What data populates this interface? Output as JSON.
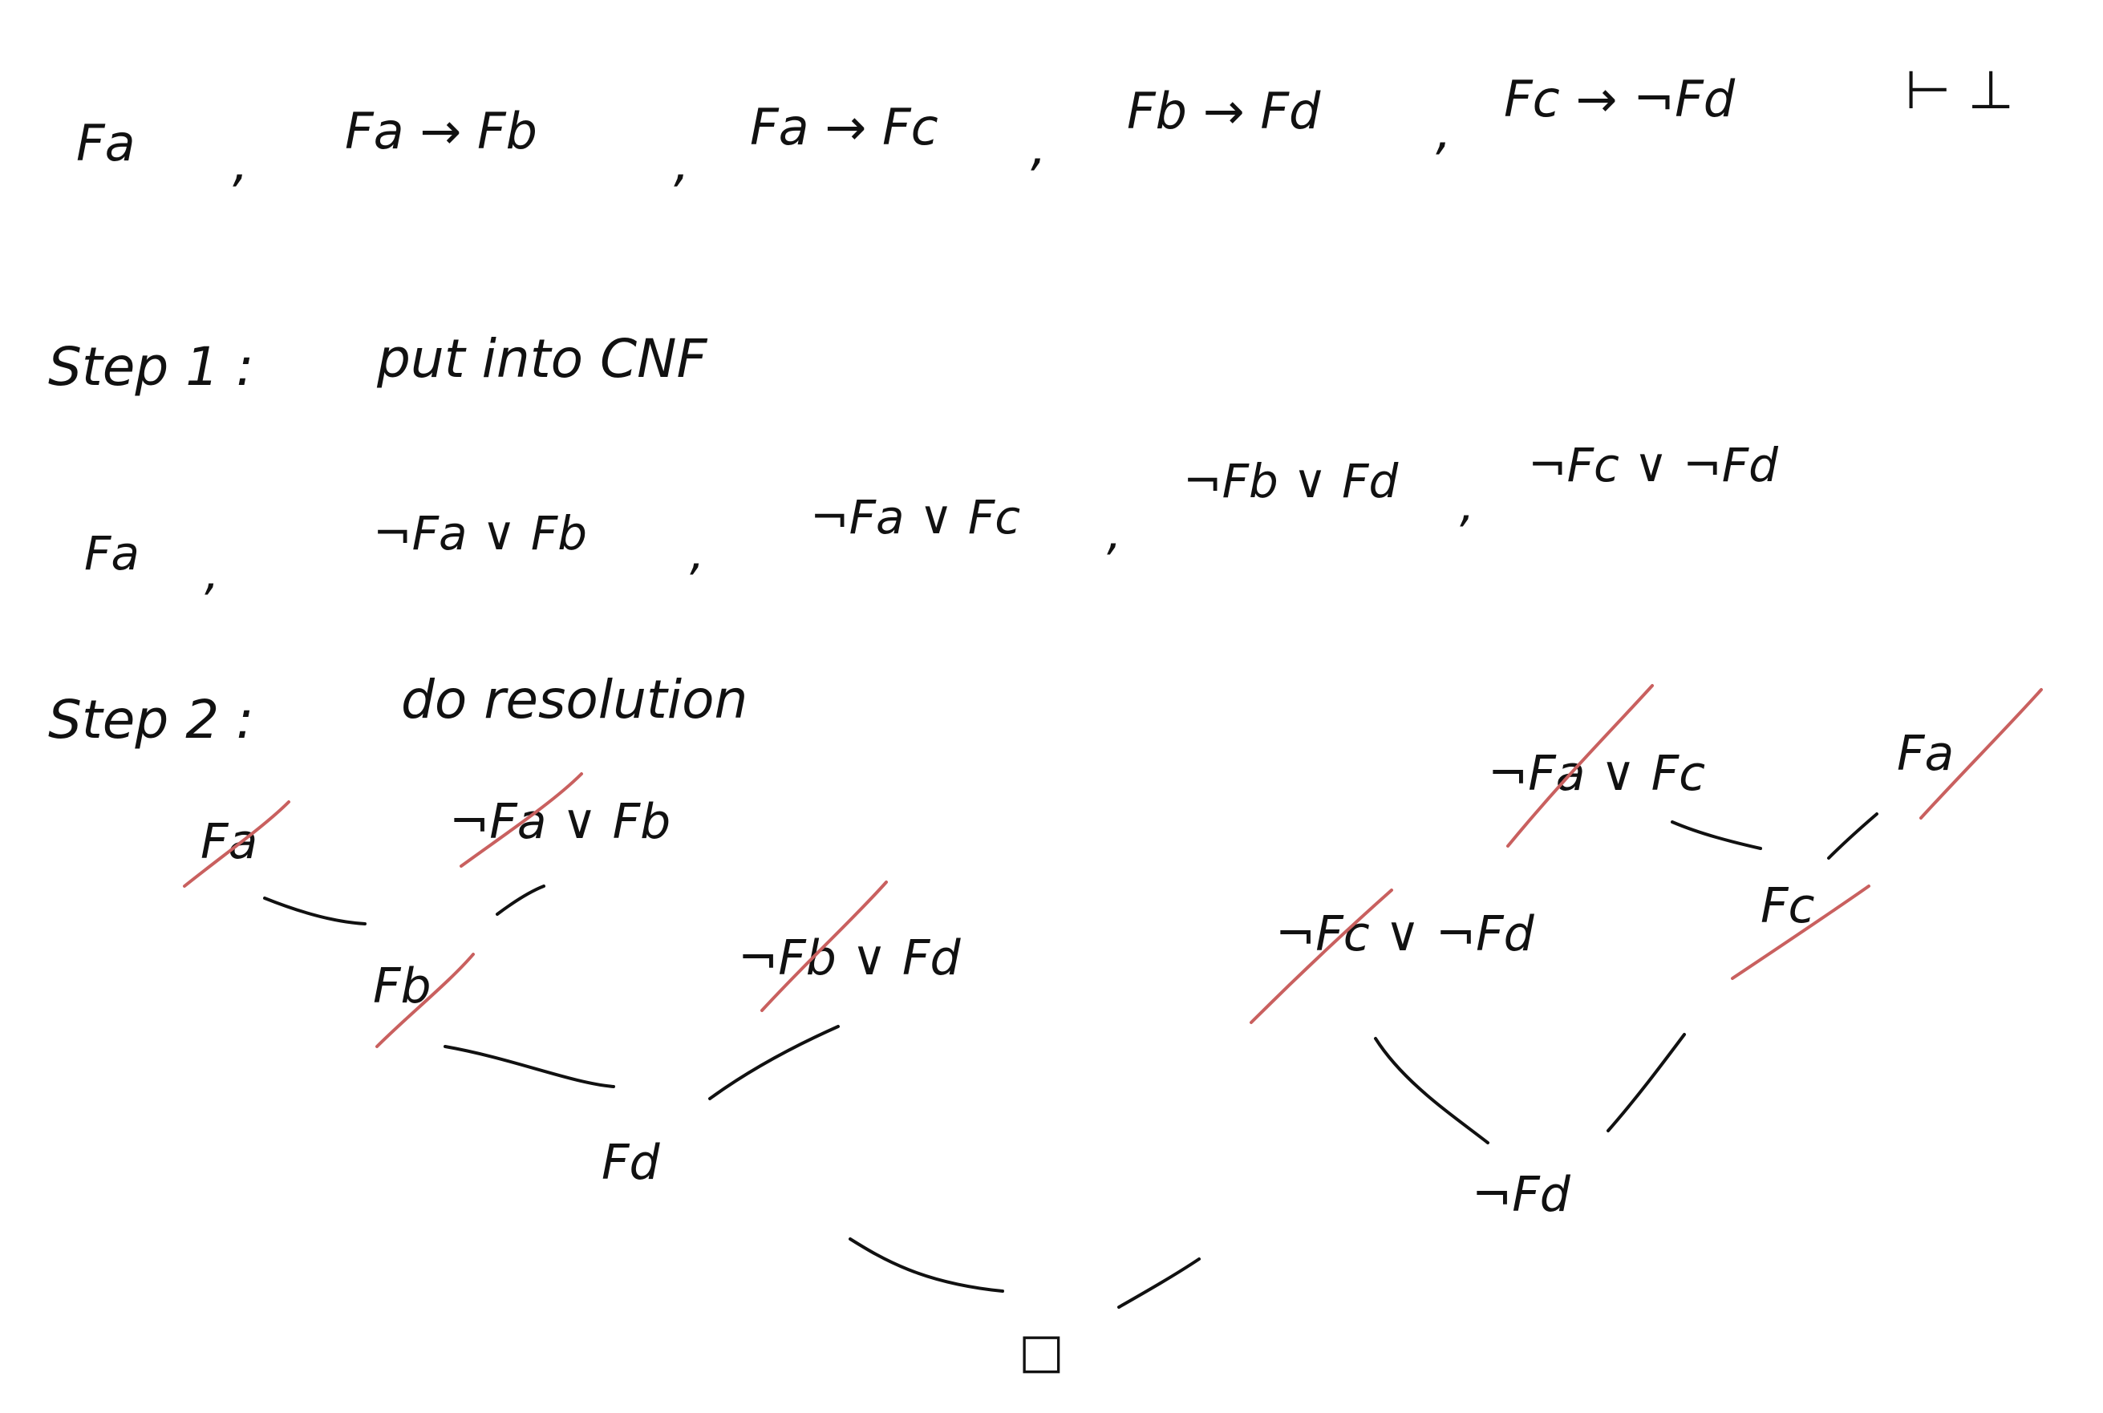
{
  "premises": [
    "Fa",
    "Fa → Fb",
    "Fa → Fc",
    "Fb → Fd",
    "Fc → ¬Fd"
  ],
  "separators": [
    ",",
    ",",
    ",",
    ","
  ],
  "turnstile": "⊢ ⊥",
  "step1": {
    "label": "Step 1 :",
    "description": "put into CNF",
    "clauses": [
      "Fa",
      "¬Fa ∨ Fb",
      "¬Fa ∨ Fc",
      "¬Fb ∨ Fd",
      "¬Fc ∨ ¬Fd"
    ],
    "separators": [
      ",",
      ",",
      ",",
      ","
    ]
  },
  "step2": {
    "label": "Step 2 :",
    "description": "do resolution"
  },
  "tree": {
    "left": {
      "leaf_a": "Fa",
      "leaf_b": "¬Fa ∨ Fb",
      "resolvent_1": "Fb",
      "leaf_c": "¬Fb ∨ Fd",
      "resolvent_2": "Fd"
    },
    "right": {
      "leaf_a": "¬Fa ∨ Fc",
      "leaf_b": "Fa",
      "resolvent_1": "Fc",
      "leaf_c": "¬Fc ∨ ¬Fd",
      "resolvent_2": "¬Fd"
    },
    "empty_clause": "□"
  },
  "colors": {
    "ink": "#111111",
    "strike": "#c9605f",
    "background": "#ffffff"
  }
}
